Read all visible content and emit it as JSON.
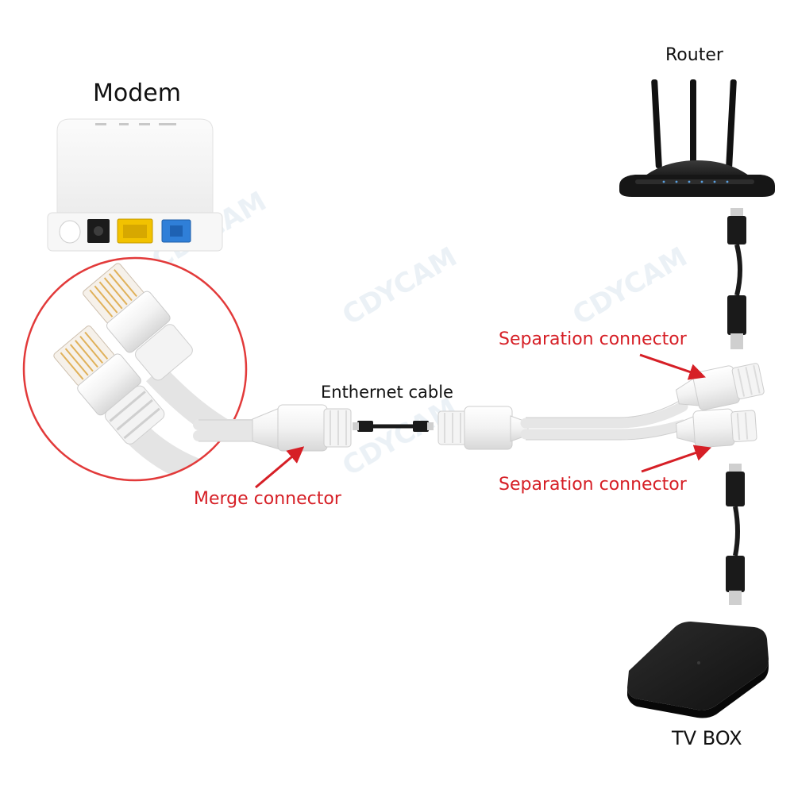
{
  "labels": {
    "modem": "Modem",
    "router": "Router",
    "tv_box": "TV BOX",
    "ethernet_cable": "Enthernet cable",
    "merge_connector": "Merge connector",
    "separation_top": "Separation connector",
    "separation_bottom": "Separation connector"
  },
  "watermark": "CDYCAM",
  "colors": {
    "annotation": "#d61f26",
    "device_text": "#111111",
    "cable": "#e9e9e9",
    "cable_outline": "#c8c8c8",
    "plug_black": "#1a1a1a",
    "modem_port_yellow": "#f2c200",
    "modem_port_blue": "#2f7fd8",
    "callout_ring": "#e23a3a",
    "watermark": "#d9e4ee"
  }
}
